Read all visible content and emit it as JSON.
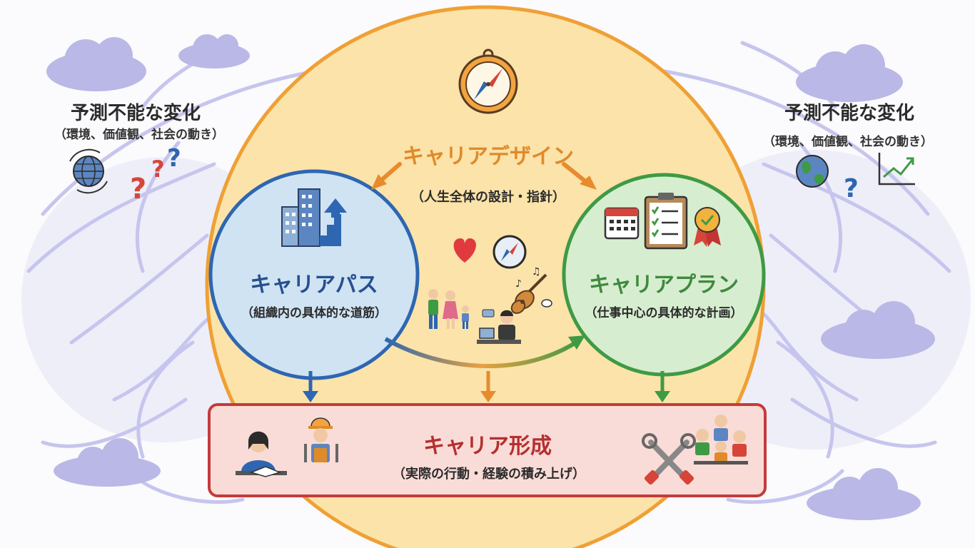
{
  "left_note": {
    "title": "予測不能な変化",
    "subtitle": "（環境、価値観、社会の動き）"
  },
  "right_note": {
    "title": "予測不能な変化",
    "subtitle": "（環境、価値観、社会の動き）"
  },
  "design": {
    "title": "キャリアデザイン",
    "subtitle": "（人生全体の設計・指針）"
  },
  "path": {
    "title": "キャリアパス",
    "subtitle": "（組織内の具体的な道筋）"
  },
  "plan": {
    "title": "キャリアプラン",
    "subtitle": "（仕事中心の具体的な計画）"
  },
  "formation": {
    "title": "キャリア形成",
    "subtitle": "（実際の行動・経験の積み上げ）"
  },
  "colors": {
    "design_fill": "#fbe2a8",
    "design_stroke": "#efa035",
    "path_fill": "#cfe3f3",
    "path_stroke": "#2e66b1",
    "plan_fill": "#d6edd0",
    "plan_stroke": "#3f9a44",
    "formation_fill": "#f9dcd8",
    "formation_stroke": "#c43b3b",
    "cloud": "#b8b8e6",
    "swirl": "#c4c4ec"
  },
  "icons": [
    "compass-icon",
    "globe-icon",
    "question-mark-icon",
    "buildings-stairs-icon",
    "calendar-icon",
    "checklist-icon",
    "award-ribbon-icon",
    "heart-icon",
    "small-compass-icon",
    "family-icon",
    "guitar-icon",
    "person-laptop-icon",
    "student-studying-icon",
    "worker-icon",
    "tools-icon",
    "team-meeting-icon",
    "earth-icon",
    "trend-chart-icon"
  ]
}
